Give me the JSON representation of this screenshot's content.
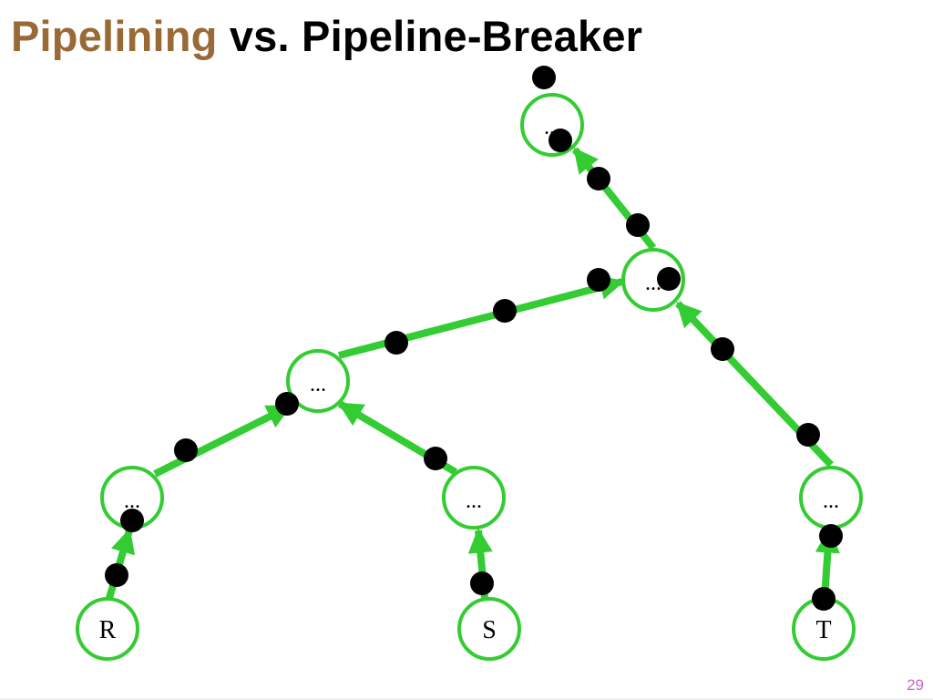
{
  "title": {
    "part1": "Pipelining",
    "part2": " vs. Pipeline-Breaker",
    "part1_color": "#9a6a36",
    "part2_color": "#000000"
  },
  "page_number": "29",
  "colors": {
    "edge": "#33cc33",
    "node_stroke": "#33cc33",
    "token": "#000000"
  },
  "nodes": {
    "root": "...",
    "upper_join": "...",
    "lower_join": "...",
    "op_r": "...",
    "op_s": "...",
    "op_t": "...",
    "leaf_r": "R",
    "leaf_s": "S",
    "leaf_t": "T"
  }
}
